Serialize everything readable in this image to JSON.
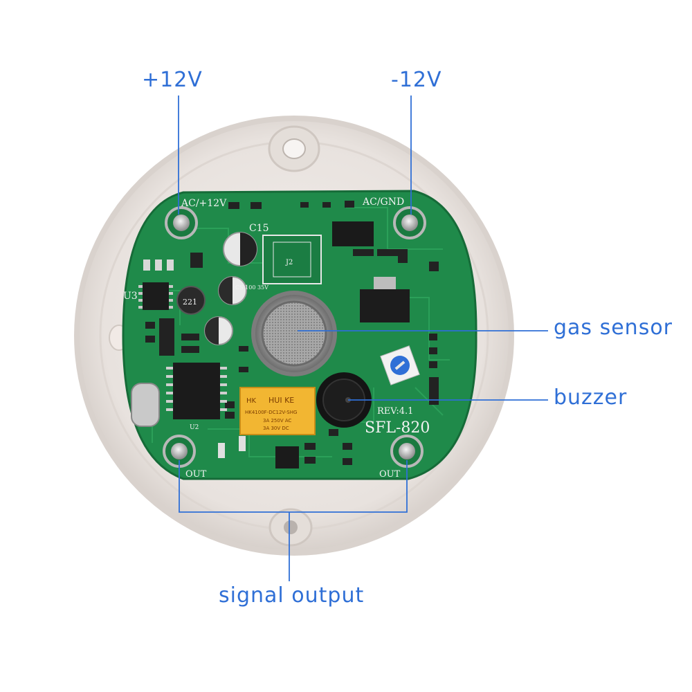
{
  "callouts": {
    "plus12v": "+12V",
    "minus12v": "-12V",
    "gas_sensor": "gas sensor",
    "buzzer": "buzzer",
    "signal_output": "signal output"
  },
  "board": {
    "ac_12v": "AC/+12V",
    "ac_gnd": "AC/GND",
    "out_left": "OUT",
    "out_right": "OUT",
    "model": "SFL-820",
    "revision": "REV:4.1",
    "c15": "C15",
    "u3": "U3",
    "u2": "U2",
    "j2": "J2",
    "inductor": "221",
    "relay_brand": "HUI KE",
    "relay_model": "HK4100F-DC12V-SHG",
    "relay_rating_1": "3A 250V AC",
    "relay_rating_2": "3A 30V DC",
    "relay_logo": "HK",
    "cap_label": "CS 100 35V"
  },
  "colors": {
    "callout_blue": "#2f6fd6",
    "pcb_green": "#1f8a4a",
    "housing": "#ece7e4",
    "relay_yellow": "#f2b632"
  }
}
